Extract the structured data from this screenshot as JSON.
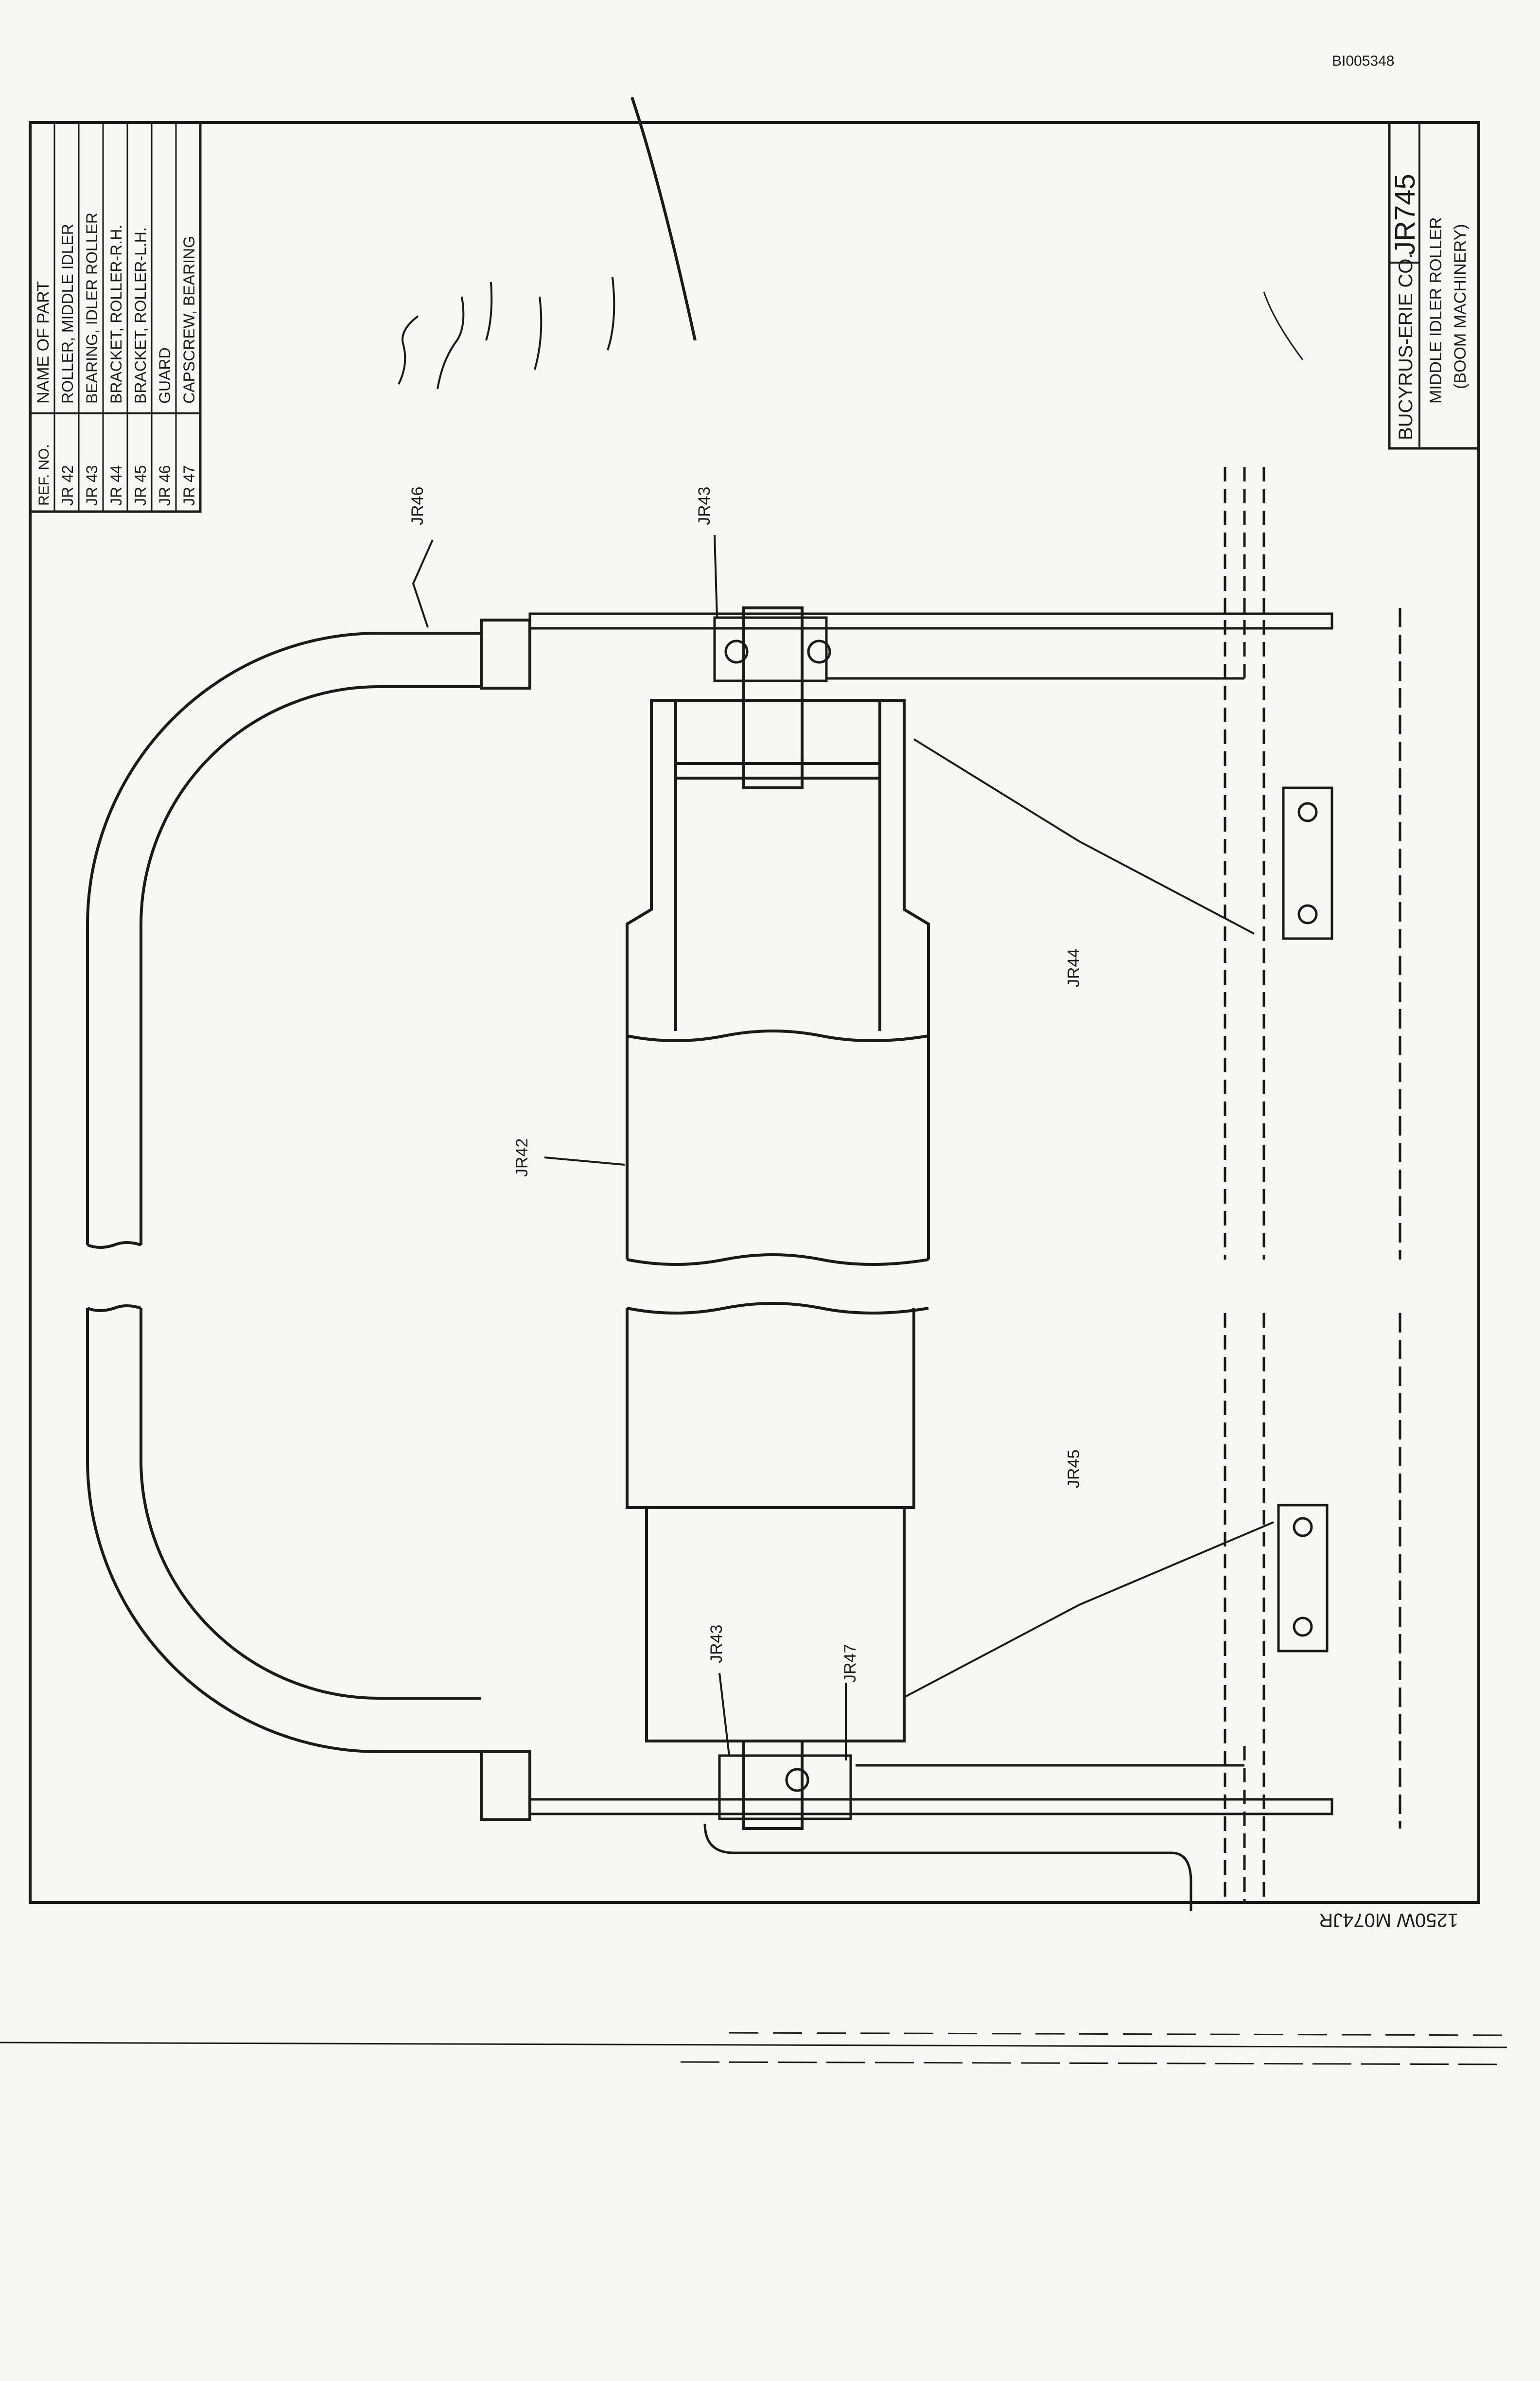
{
  "document": {
    "doc_id": "BI005348",
    "company": "BUCYRUS-ERIE CO.",
    "drawing_number": "JR745",
    "title_line1": "MIDDLE IDLER ROLLER",
    "title_line2": "(BOOM MACHINERY)",
    "bottom_code": "1250W   M074JR"
  },
  "parts_table": {
    "header_ref": "REF. NO.",
    "header_name": "NAME OF PART",
    "rows": [
      {
        "ref": "JR 42",
        "name": "ROLLER, MIDDLE IDLER"
      },
      {
        "ref": "JR 43",
        "name": "BEARING, IDLER ROLLER"
      },
      {
        "ref": "JR 44",
        "name": "BRACKET, ROLLER-R.H."
      },
      {
        "ref": "JR 45",
        "name": "BRACKET, ROLLER-L.H."
      },
      {
        "ref": "JR 46",
        "name": "GUARD"
      },
      {
        "ref": "JR 47",
        "name": "CAPSCREW, BEARING"
      }
    ]
  },
  "callouts": {
    "jr46": "JR46",
    "jr43_top": "JR43",
    "jr44": "JR44",
    "jr42": "JR42",
    "jr45": "JR45",
    "jr43_bottom": "JR43",
    "jr47": "JR47"
  },
  "colors": {
    "paper": "#f7f7f5",
    "ink": "#1a1a1a"
  }
}
